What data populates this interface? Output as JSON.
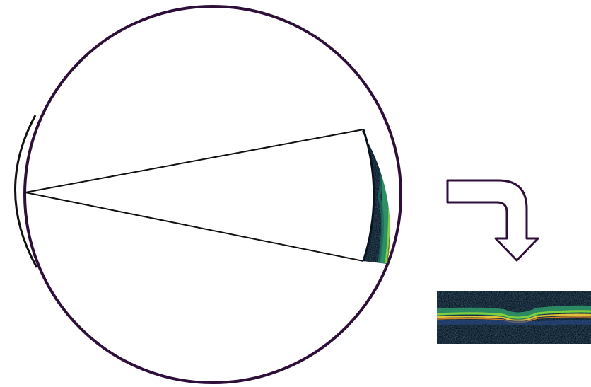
{
  "diagram": {
    "eye_outline_color": "#2e0f3a",
    "cornea_color": "#111111",
    "ray_color": "#111111",
    "arrow_outline_color": "#2e0f3a",
    "arrow_fill_color": "#ffffff",
    "oct_background_color": "#0a1220",
    "oct_layer_colors": [
      "#1e6a5a",
      "#2f9a6a",
      "#7fcf3f",
      "#e0c23a",
      "#e08a2a",
      "#2a4a8a"
    ],
    "icons": [
      "eyeball-outline",
      "cornea-arc",
      "scan-rays",
      "retina-oct-strip",
      "bent-arrow-icon",
      "oct-bscan-image"
    ]
  }
}
